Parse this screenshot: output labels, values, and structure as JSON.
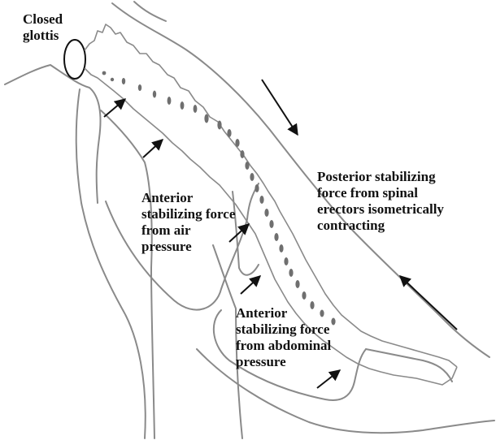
{
  "diagram": {
    "labels": {
      "closed_glottis": "Closed\nglottis",
      "posterior_force": "Posterior stabilizing\nforce from spinal\nerectors isometrically\ncontracting",
      "anterior_air": "Anterior\nstabilizing force\nfrom air\npressure",
      "anterior_abdominal": "Anterior\nstabilizing force\nfrom abdominal\npressure"
    },
    "colors": {
      "outline": "#8a8a8a",
      "vertebra": "#6f6f6f",
      "arrow": "#111111",
      "text": "#111111"
    }
  }
}
